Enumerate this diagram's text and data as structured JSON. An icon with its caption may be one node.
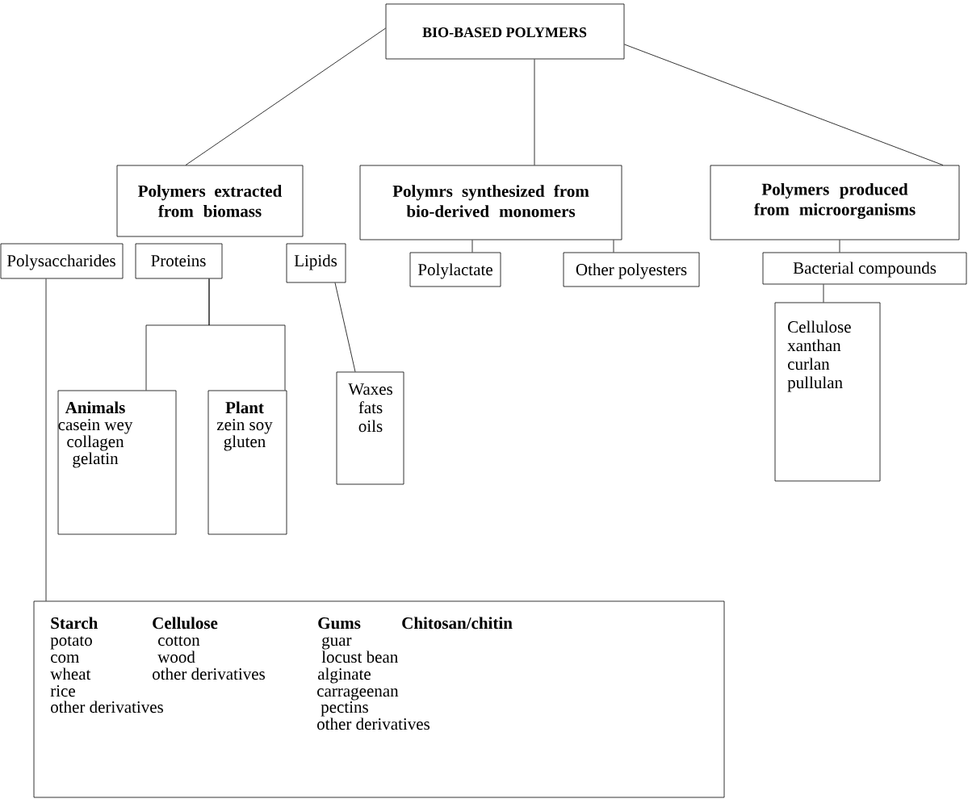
{
  "diagram": {
    "nodes": [
      {
        "text": [
          "BIO-BASED POLYMERS"
        ]
      },
      {
        "text": [
          "Polymers extracted from biomass"
        ]
      },
      {
        "text": [
          "Polymrs synthesized from bio-derived monomers"
        ]
      },
      {
        "text": [
          "Polymers produced from microorganisms"
        ]
      },
      {
        "text": [
          "Polysaccharides"
        ]
      },
      {
        "text": [
          "Proteins"
        ]
      },
      {
        "text": [
          "Lipids"
        ]
      },
      {
        "text": [
          "Polylactate"
        ]
      },
      {
        "text": [
          "Other polyesters"
        ]
      },
      {
        "text": [
          "Bacterial compounds"
        ]
      },
      {
        "text": [
          "Animals",
          "casein wey",
          "collagen",
          "gelatin"
        ]
      },
      {
        "text": [
          "Plant",
          "zein soy",
          "gluten"
        ]
      },
      {
        "text": [
          "Waxes",
          "fats",
          "oils"
        ]
      },
      {
        "text": [
          "Cellulose",
          "xanthan",
          "curlan",
          "pullulan"
        ]
      },
      {
        "text": [
          "Starch",
          "Cellulose",
          "Gums",
          "Chitosan/chitin",
          "potato",
          "cotton",
          "guar",
          "com",
          "wood",
          "locust bean",
          "wheat",
          "other derivatives",
          "alginate",
          "rice",
          "carrageenan",
          "other derivatives",
          "pectins",
          "other derivatives"
        ]
      }
    ],
    "edges": [
      {
        "from": 0,
        "to": 1,
        "arrow": "none"
      },
      {
        "from": 0,
        "to": 2,
        "arrow": "none"
      },
      {
        "from": 0,
        "to": 3,
        "arrow": "none"
      },
      {
        "from": 2,
        "to": 7,
        "arrow": "none"
      },
      {
        "from": 2,
        "to": 8,
        "arrow": "none"
      },
      {
        "from": 3,
        "to": 9,
        "arrow": "none"
      },
      {
        "from": 5,
        "to": 10,
        "arrow": "none"
      },
      {
        "from": 5,
        "to": 11,
        "arrow": "none"
      },
      {
        "from": 6,
        "to": 12,
        "arrow": "none"
      },
      {
        "from": 9,
        "to": 13,
        "arrow": "none"
      },
      {
        "from": 4,
        "to": 14,
        "arrow": "none"
      }
    ]
  }
}
